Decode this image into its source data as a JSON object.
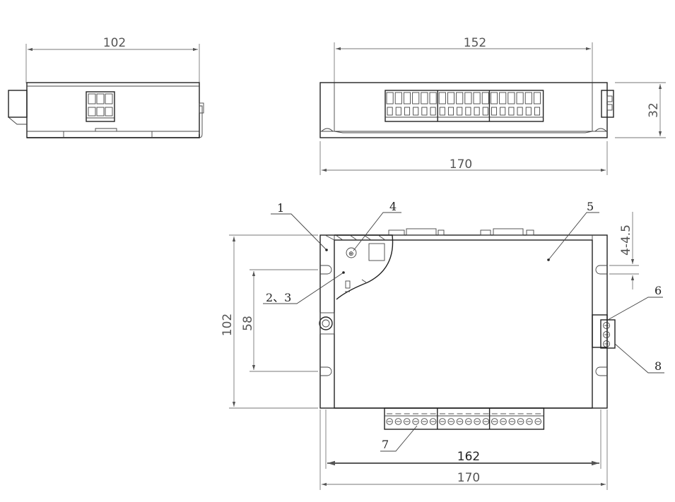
{
  "dimensions": {
    "side_width": "102",
    "front_inner_width": "152",
    "front_height": "32",
    "front_total_width": "170",
    "top_height": "102",
    "hole_spacing": "58",
    "hole_diameter": "4-4.5",
    "mount_width": "162",
    "top_total_width": "170"
  },
  "callouts": {
    "c1": "1",
    "c23": "2、3",
    "c4": "4",
    "c5": "5",
    "c6": "6",
    "c7": "7",
    "c8": "8"
  }
}
